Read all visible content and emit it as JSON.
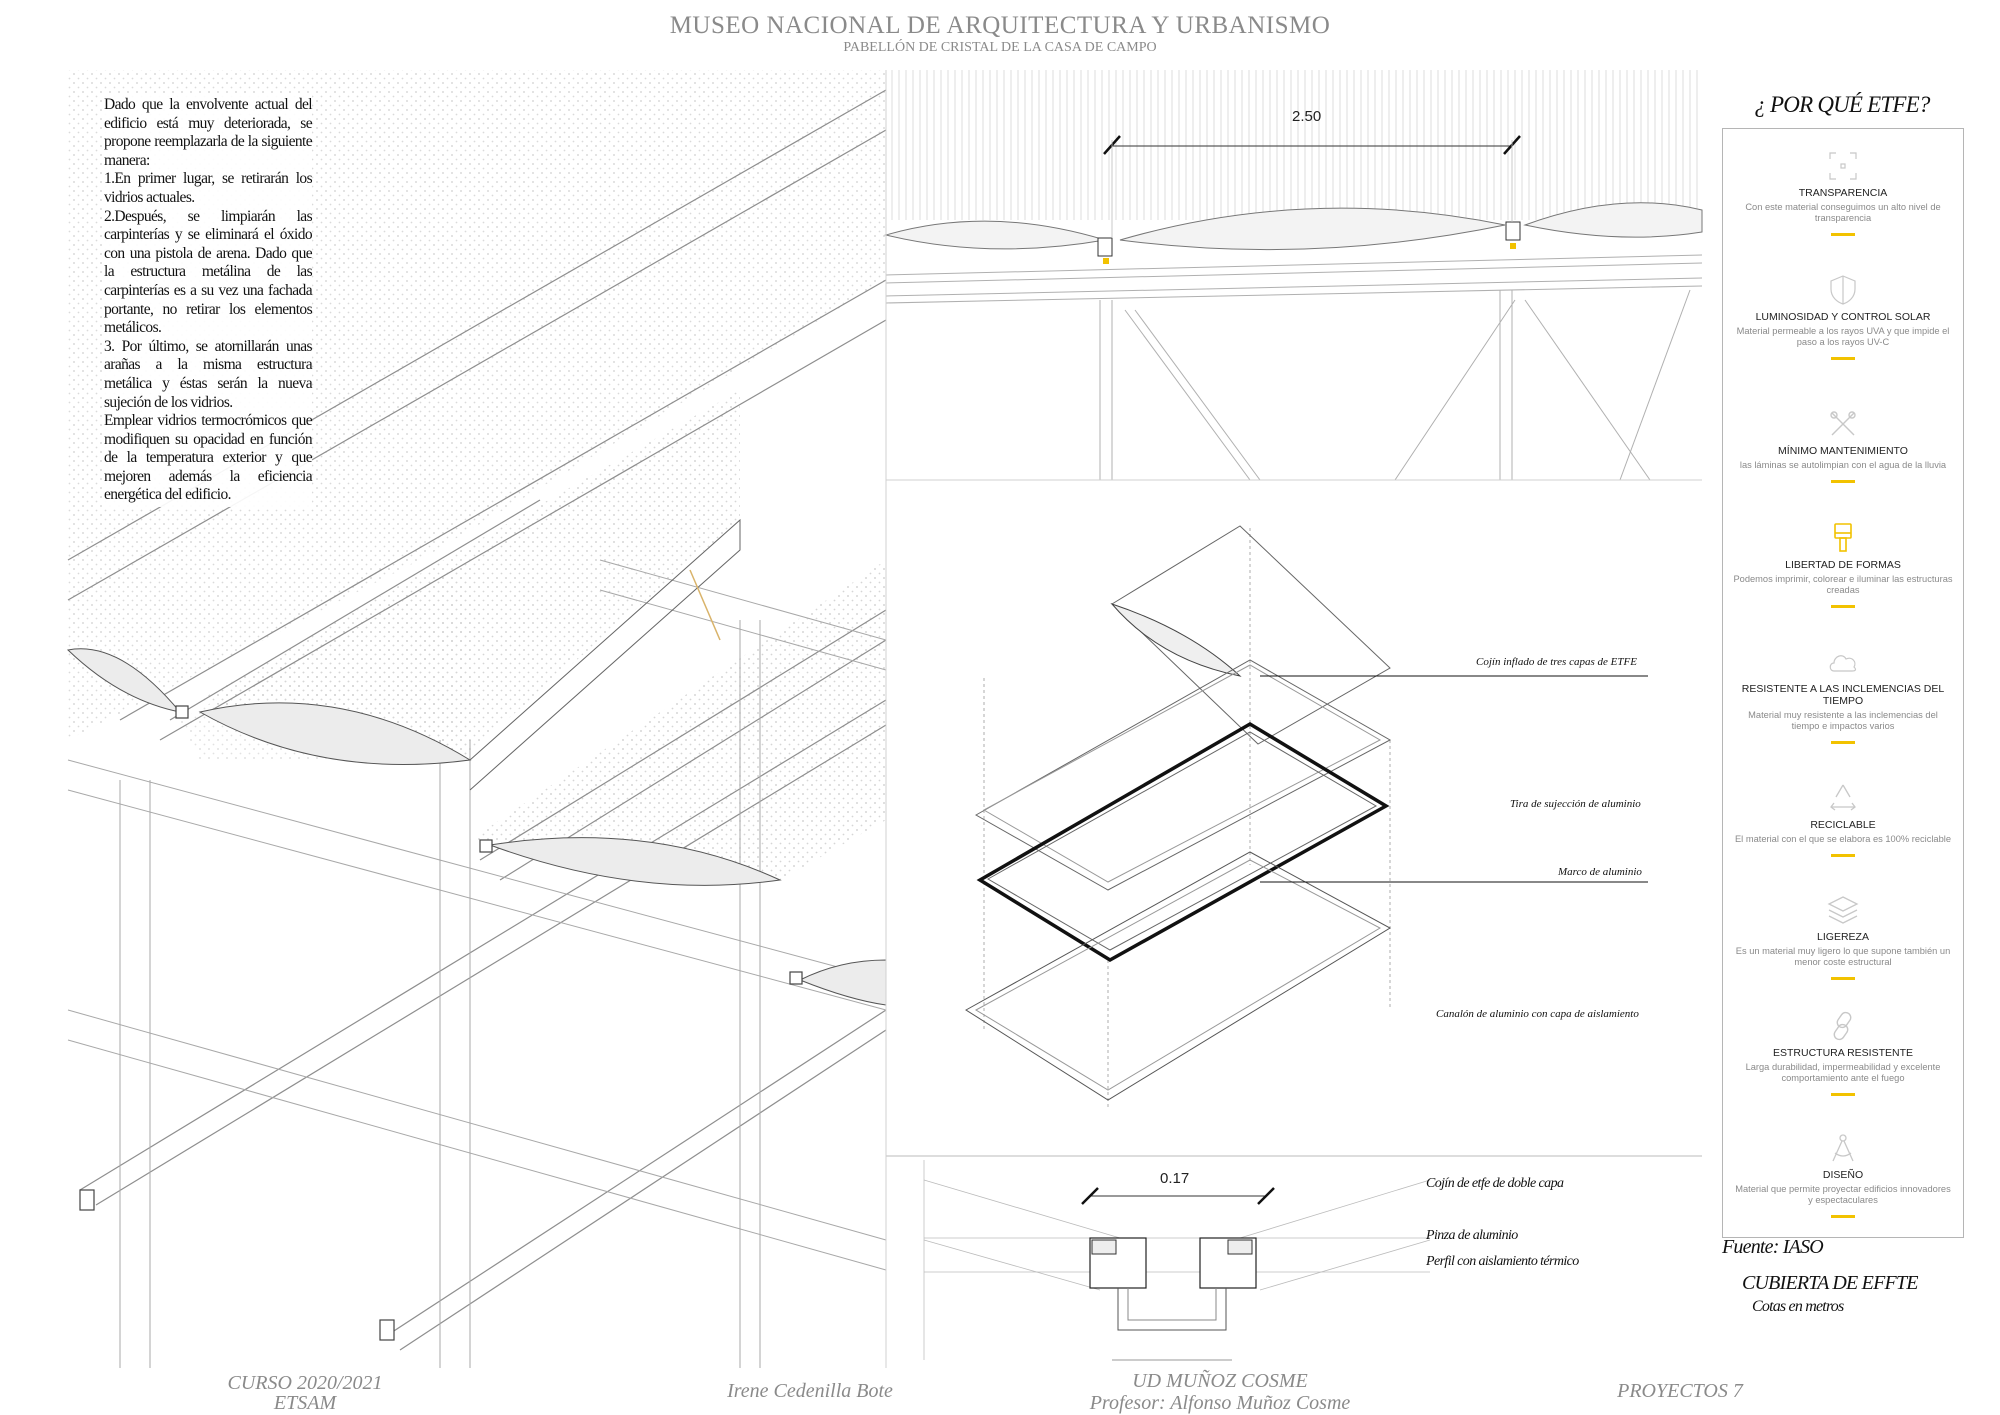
{
  "header": {
    "title": "MUSEO NACIONAL DE ARQUITECTURA Y URBANISMO",
    "subtitle": "PABELLÓN DE CRISTAL DE LA CASA DE CAMPO"
  },
  "intro": {
    "paragraphs": [
      "Dado que la envolvente actual del edificio está muy deteriorada, se propone reemplazarla de la siguiente manera:",
      "1.En primer lugar, se retirarán los vidrios actuales.",
      "2.Después, se limpiarán las carpinterías y se eliminará el óxido con una pistola de arena. Dado que la estructura metálina de las carpinterías es a su vez una fachada portante, no retirar los elementos metálicos.",
      "3. Por último, se atornillarán unas arañas a la misma estructura metálica y éstas serán la nueva sujeción de los vidrios.",
      "Emplear vidrios termocrómicos que modifiquen su opacidad en función de la temperatura exterior y que mejoren además la eficiencia energética del edificio."
    ]
  },
  "dimensions": {
    "top": "2.50",
    "bottom": "0.17"
  },
  "exploded_labels": {
    "cushion": "Cojín inflado de tres capas de ETFE",
    "strip": "Tira de sujección de aluminio",
    "frame": "Marco de aluminio",
    "gutter": "Canalón de aluminio con capa de aislamiento"
  },
  "detail_labels": {
    "cushion": "Cojín de etfe de doble capa",
    "clamp": "Pinza de aluminio",
    "profile": "Perfil con aislamiento térmico"
  },
  "etfe": {
    "title": "¿ POR QUÉ ETFE?",
    "accent": "#f2c200",
    "features": [
      {
        "icon": "frame-corners-icon",
        "name": "TRANSPARENCIA",
        "desc": "Con este material conseguimos un alto nivel de transparencia"
      },
      {
        "icon": "shield-icon",
        "name": "LUMINOSIDAD Y CONTROL SOLAR",
        "desc": "Material permeable a los rayos UVA y que impide el paso a los rayos UV-C"
      },
      {
        "icon": "tools-icon",
        "name": "MÍNIMO MANTENIMIENTO",
        "desc": "las láminas se autolimpian con el agua de la lluvia"
      },
      {
        "icon": "brush-icon",
        "name": "LIBERTAD DE FORMAS",
        "desc": "Podemos imprimir, colorear e iluminar las estructuras creadas"
      },
      {
        "icon": "cloud-icon",
        "name": "RESISTENTE A LAS INCLEMENCIAS DEL TIEMPO",
        "desc": "Material muy resistente a las inclemencias del tiempo e impactos varios"
      },
      {
        "icon": "recycle-icon",
        "name": "RECICLABLE",
        "desc": "El material con el que se elabora es 100% reciclable"
      },
      {
        "icon": "layers-icon",
        "name": "LIGEREZA",
        "desc": "Es un material muy ligero lo que supone también un menor coste estructural"
      },
      {
        "icon": "chain-link-icon",
        "name": "ESTRUCTURA RESISTENTE",
        "desc": "Larga durabilidad, impermeabilidad y excelente comportamiento ante el fuego"
      },
      {
        "icon": "compass-icon",
        "name": "DISEÑO",
        "desc": "Material que permite proyectar edificios innovadores y espectaculares"
      }
    ]
  },
  "source": "Fuente: IASO",
  "sheet_title": "CUBIERTA DE EFFTE",
  "units_note": "Cotas en metros",
  "footer": {
    "course": "CURSO 2020/2021",
    "school": "ETSAM",
    "author": "Irene Cedenilla Bote",
    "unit": "UD MUÑOZ COSME",
    "professor": "Profesor: Alfonso Muñoz Cosme",
    "subject": "PROYECTOS 7"
  }
}
